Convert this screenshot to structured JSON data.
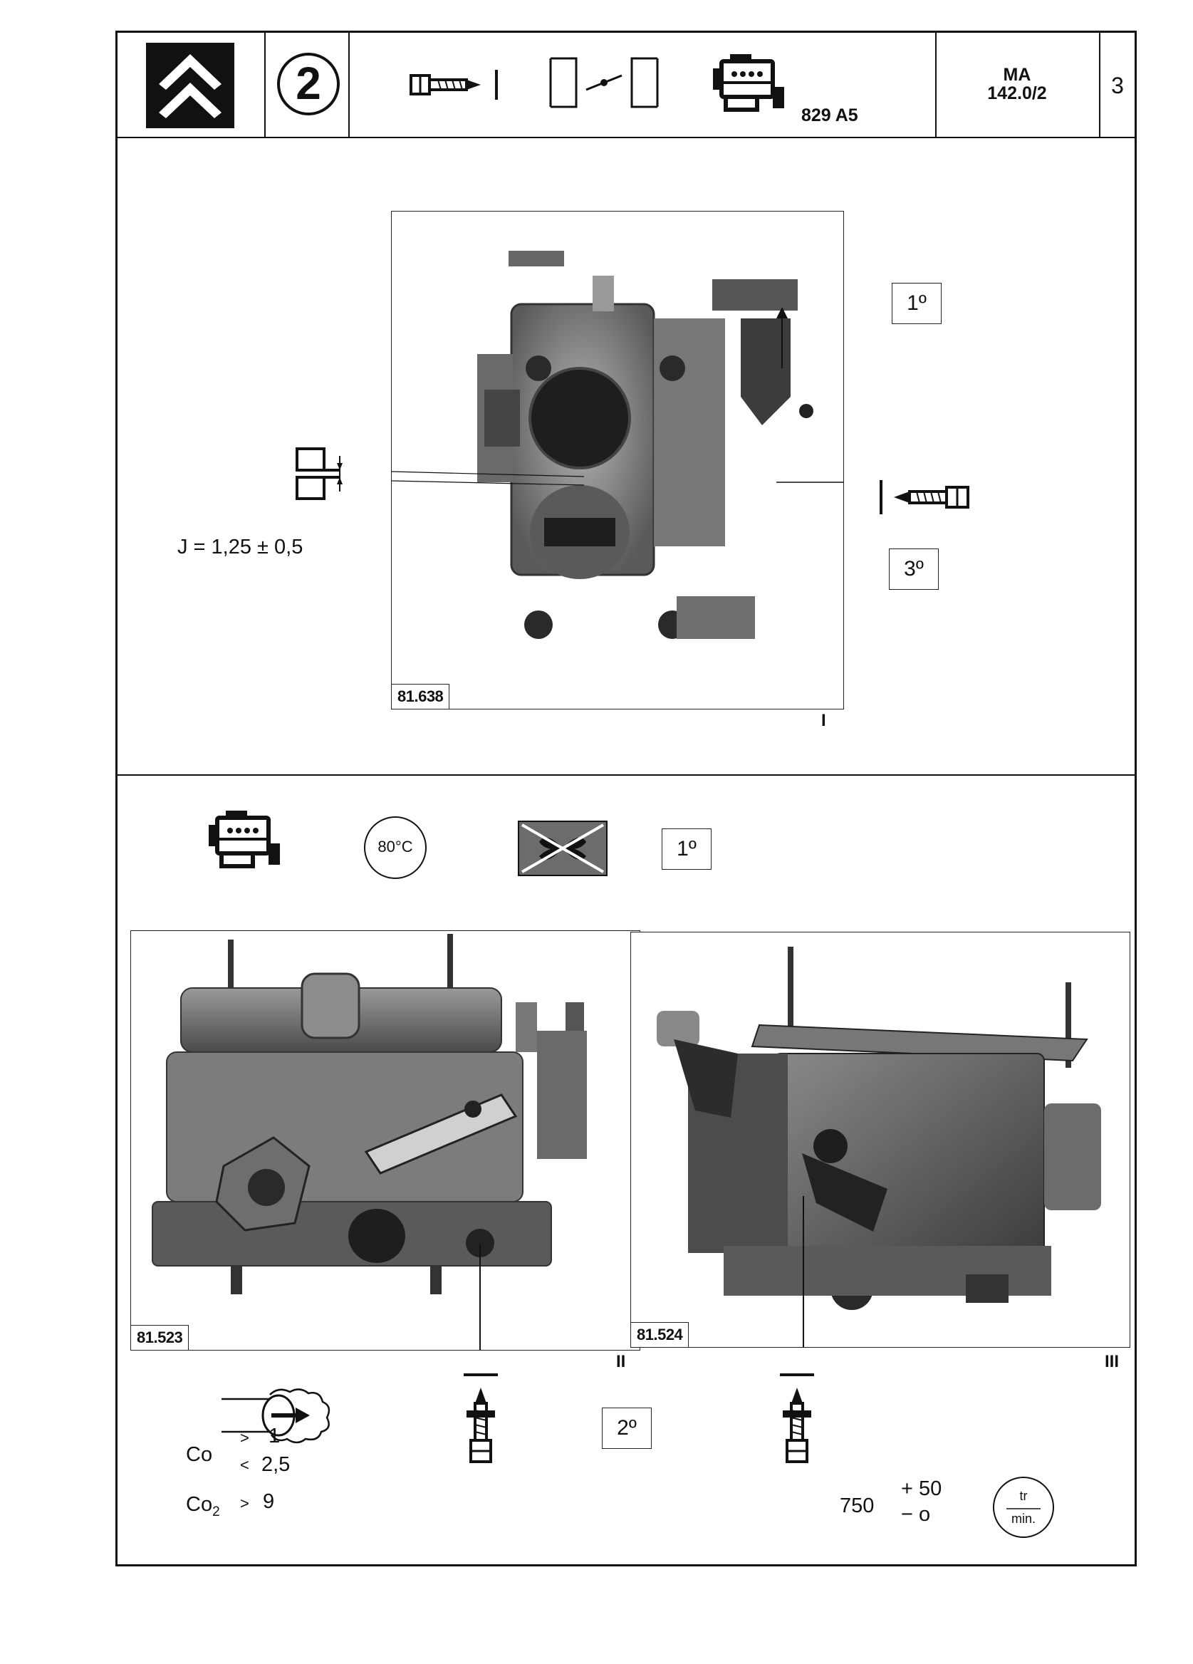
{
  "header": {
    "manual_code": "MA",
    "manual_ref": "142.0/2",
    "page_number": "3",
    "section_number": "2",
    "engine_code": "829 A5"
  },
  "figure_1": {
    "photo_ref": "81.638",
    "figure_label": "I",
    "step_top": "1º",
    "step_bottom": "3º",
    "clearance_formula": "J = 1,25 ± 0,5"
  },
  "conditions": {
    "temperature": "80°C",
    "step": "1º"
  },
  "figure_2": {
    "photo_ref": "81.523",
    "figure_label": "II"
  },
  "figure_3": {
    "photo_ref": "81.524",
    "figure_label": "III"
  },
  "adjustment": {
    "step": "2º",
    "co_label": "Co",
    "co_gt_sign": ">",
    "co_min": "1",
    "co_lt_sign": "<",
    "co_max": "2,5",
    "co2_label": "Co",
    "co2_sub": "2",
    "co2_sign": ">",
    "co2_value": "9",
    "idle_speed": "750",
    "idle_plus": "+ 50",
    "idle_minus": "− o",
    "unit_top": "tr",
    "unit_bottom": "min."
  }
}
